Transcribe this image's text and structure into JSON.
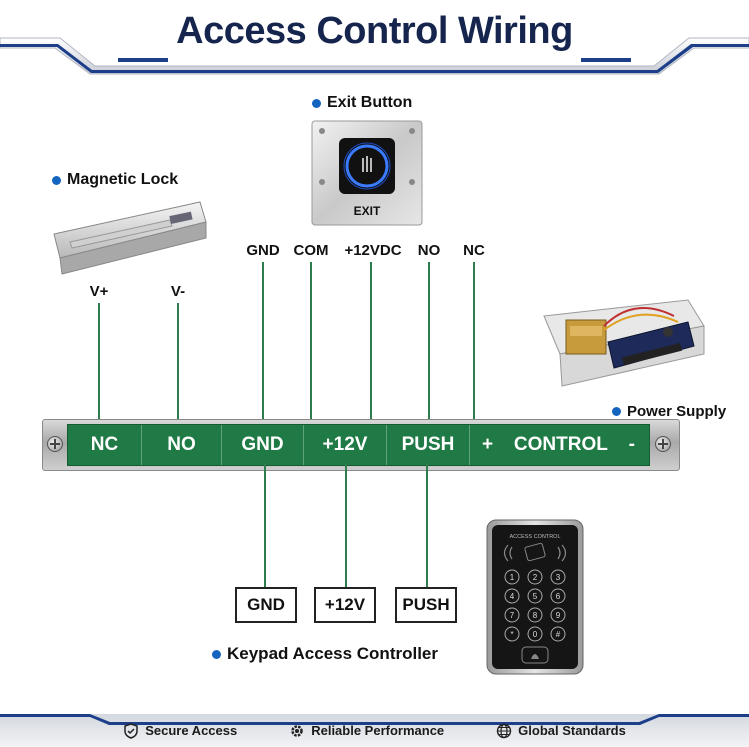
{
  "title": "Access Control Wiring",
  "components": {
    "exit_button": {
      "label": "Exit Button",
      "plate_text": "EXIT"
    },
    "magnetic_lock": {
      "label": "Magnetic Lock"
    },
    "power_supply": {
      "label": "Power Supply"
    },
    "keypad": {
      "label": "Keypad Access Controller",
      "face_text": "ACCESS CONTROL",
      "keys": [
        "1",
        "2",
        "3",
        "4",
        "5",
        "6",
        "7",
        "8",
        "9",
        "*",
        "0",
        "#"
      ]
    }
  },
  "lock_pins": [
    "V+",
    "V-"
  ],
  "exit_pins": [
    "GND",
    "COM",
    "+12VDC",
    "NO",
    "NC"
  ],
  "terminal": {
    "cells": [
      "NC",
      "NO",
      "GND",
      "+12V",
      "PUSH"
    ],
    "control": {
      "plus": "+",
      "label": "CONTROL",
      "minus": "-"
    }
  },
  "outputs": [
    "GND",
    "+12V",
    "PUSH"
  ],
  "footer": [
    {
      "label": "Secure Access",
      "icon": "shield-check-icon"
    },
    {
      "label": "Reliable Performance",
      "icon": "gear-icon"
    },
    {
      "label": "Global Standards",
      "icon": "globe-icon"
    }
  ],
  "colors": {
    "title": "#15254d",
    "accent": "#1565c0",
    "terminal": "#1f7a45",
    "wire": "#2e7d4f"
  }
}
